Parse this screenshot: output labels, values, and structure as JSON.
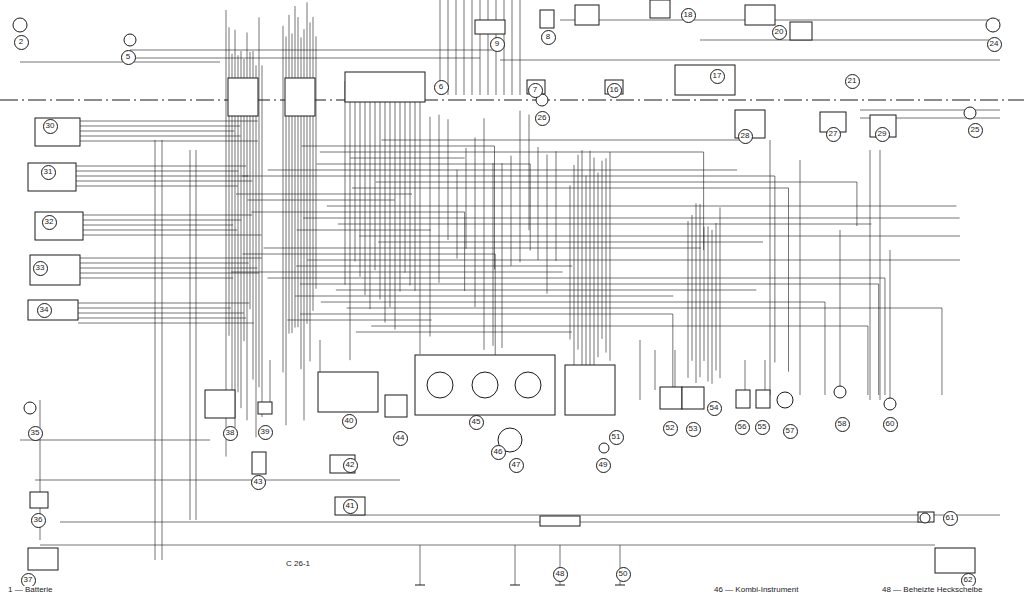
{
  "diagram": {
    "nodes": [
      {
        "text": [
          "18"
        ]
      },
      {
        "text": [
          "20"
        ]
      },
      {
        "text": [
          "8"
        ]
      },
      {
        "text": [
          "2"
        ]
      },
      {
        "text": [
          "24"
        ]
      },
      {
        "text": [
          "9"
        ]
      },
      {
        "text": [
          "5"
        ]
      },
      {
        "text": [
          "17"
        ]
      },
      {
        "text": [
          "21"
        ]
      },
      {
        "text": [
          "6"
        ]
      },
      {
        "text": [
          "16"
        ]
      },
      {
        "text": [
          "7"
        ]
      },
      {
        "text": [
          "26"
        ]
      },
      {
        "text": [
          "30"
        ]
      },
      {
        "text": [
          "25"
        ]
      },
      {
        "text": [
          "27"
        ]
      },
      {
        "text": [
          "29"
        ]
      },
      {
        "text": [
          "28"
        ]
      },
      {
        "text": [
          "31"
        ]
      },
      {
        "text": [
          "32"
        ]
      },
      {
        "text": [
          "33"
        ]
      },
      {
        "text": [
          "34"
        ]
      },
      {
        "text": [
          "54"
        ]
      },
      {
        "text": [
          "58"
        ]
      },
      {
        "text": [
          "60"
        ]
      },
      {
        "text": [
          "45"
        ]
      },
      {
        "text": [
          "40"
        ]
      },
      {
        "text": [
          "52"
        ]
      },
      {
        "text": [
          "53"
        ]
      },
      {
        "text": [
          "56"
        ]
      },
      {
        "text": [
          "55"
        ]
      },
      {
        "text": [
          "57"
        ]
      },
      {
        "text": [
          "39"
        ]
      },
      {
        "text": [
          "38"
        ]
      },
      {
        "text": [
          "35"
        ]
      },
      {
        "text": [
          "51"
        ]
      },
      {
        "text": [
          "44"
        ]
      },
      {
        "text": [
          "46"
        ]
      },
      {
        "text": [
          "42"
        ]
      },
      {
        "text": [
          "47"
        ]
      },
      {
        "text": [
          "49"
        ]
      },
      {
        "text": [
          "43"
        ]
      },
      {
        "text": [
          "41"
        ]
      },
      {
        "text": [
          "36"
        ]
      },
      {
        "text": [
          "61"
        ]
      },
      {
        "text": [
          "48"
        ]
      },
      {
        "text": [
          "50"
        ]
      },
      {
        "text": [
          "37"
        ]
      },
      {
        "text": [
          "62"
        ]
      }
    ],
    "labels": [
      "C 26-1",
      "1 — Batterie",
      "46 — Kombi-Instrument",
      "48 — Beheizte Heckscheibe"
    ]
  }
}
